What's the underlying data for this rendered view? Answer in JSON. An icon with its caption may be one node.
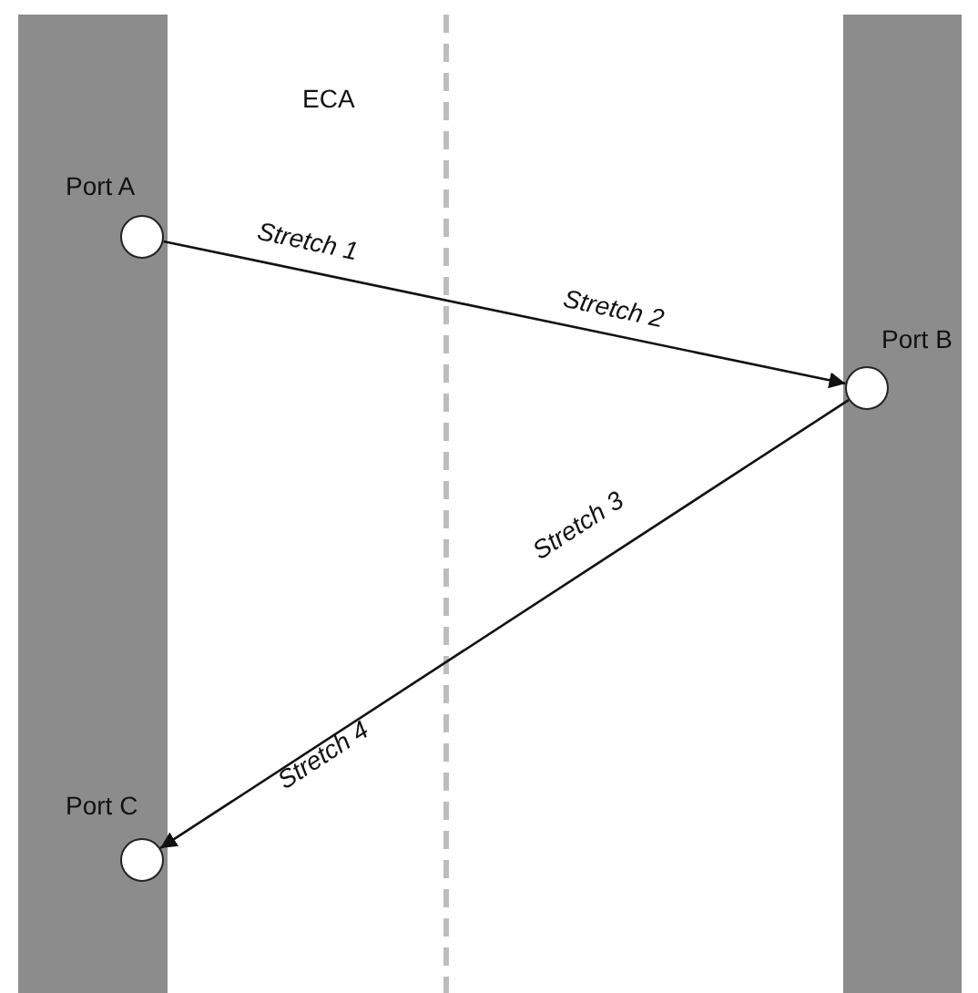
{
  "diagram": {
    "nodes": [
      {
        "text": [],
        "shape": "circle",
        "beside": [
          "Port A"
        ]
      },
      {
        "text": [],
        "shape": "circle",
        "beside": [
          "Port B"
        ]
      },
      {
        "text": [],
        "shape": "circle",
        "beside": [
          "Port C"
        ]
      }
    ],
    "edges": [
      {
        "from": 0,
        "to": 1,
        "arrow": "to"
      },
      {
        "from": 1,
        "to": 2,
        "arrow": "to"
      }
    ],
    "labels": [
      "ECA",
      "Stretch 1",
      "Stretch 2",
      "Stretch 3",
      "Stretch 4"
    ]
  }
}
